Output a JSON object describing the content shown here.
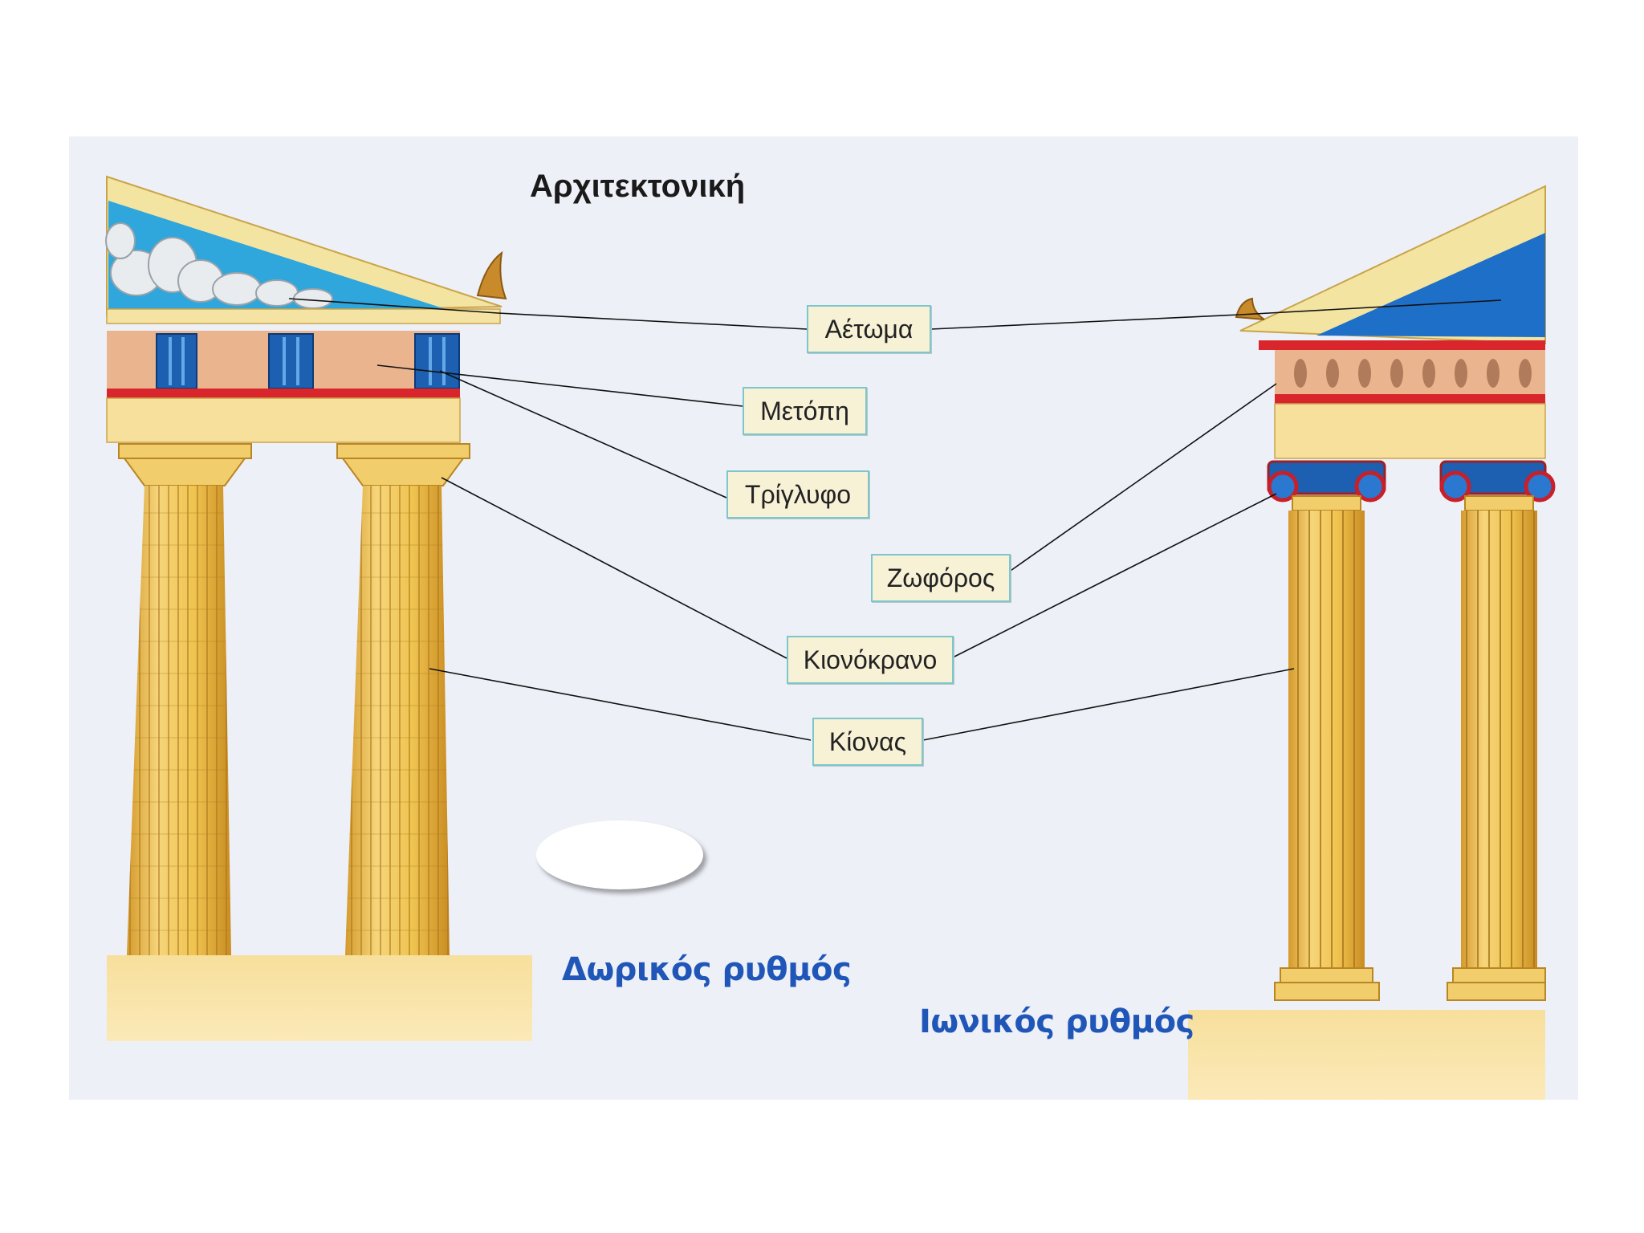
{
  "title": "Αρχιτεκτονική",
  "labels": {
    "aetoma": "Αέτωμα",
    "metopi": "Μετόπη",
    "triglyfo": "Τρίγλυφο",
    "zoforos": "Ζωφόρος",
    "kionokrano": "Κιονόκρανο",
    "kionas": "Κίονας"
  },
  "orders": {
    "doric": "Δωρικός ρυθμός",
    "ionic": "Ιωνικός ρυθμός"
  },
  "colors": {
    "pediment_sky": "#2fa6dc",
    "column": "#efc75a",
    "frieze_red": "#d8262c",
    "label_fill": "#f7f1d6",
    "label_border": "#7cc6cc",
    "order_text": "#1f56b8"
  }
}
